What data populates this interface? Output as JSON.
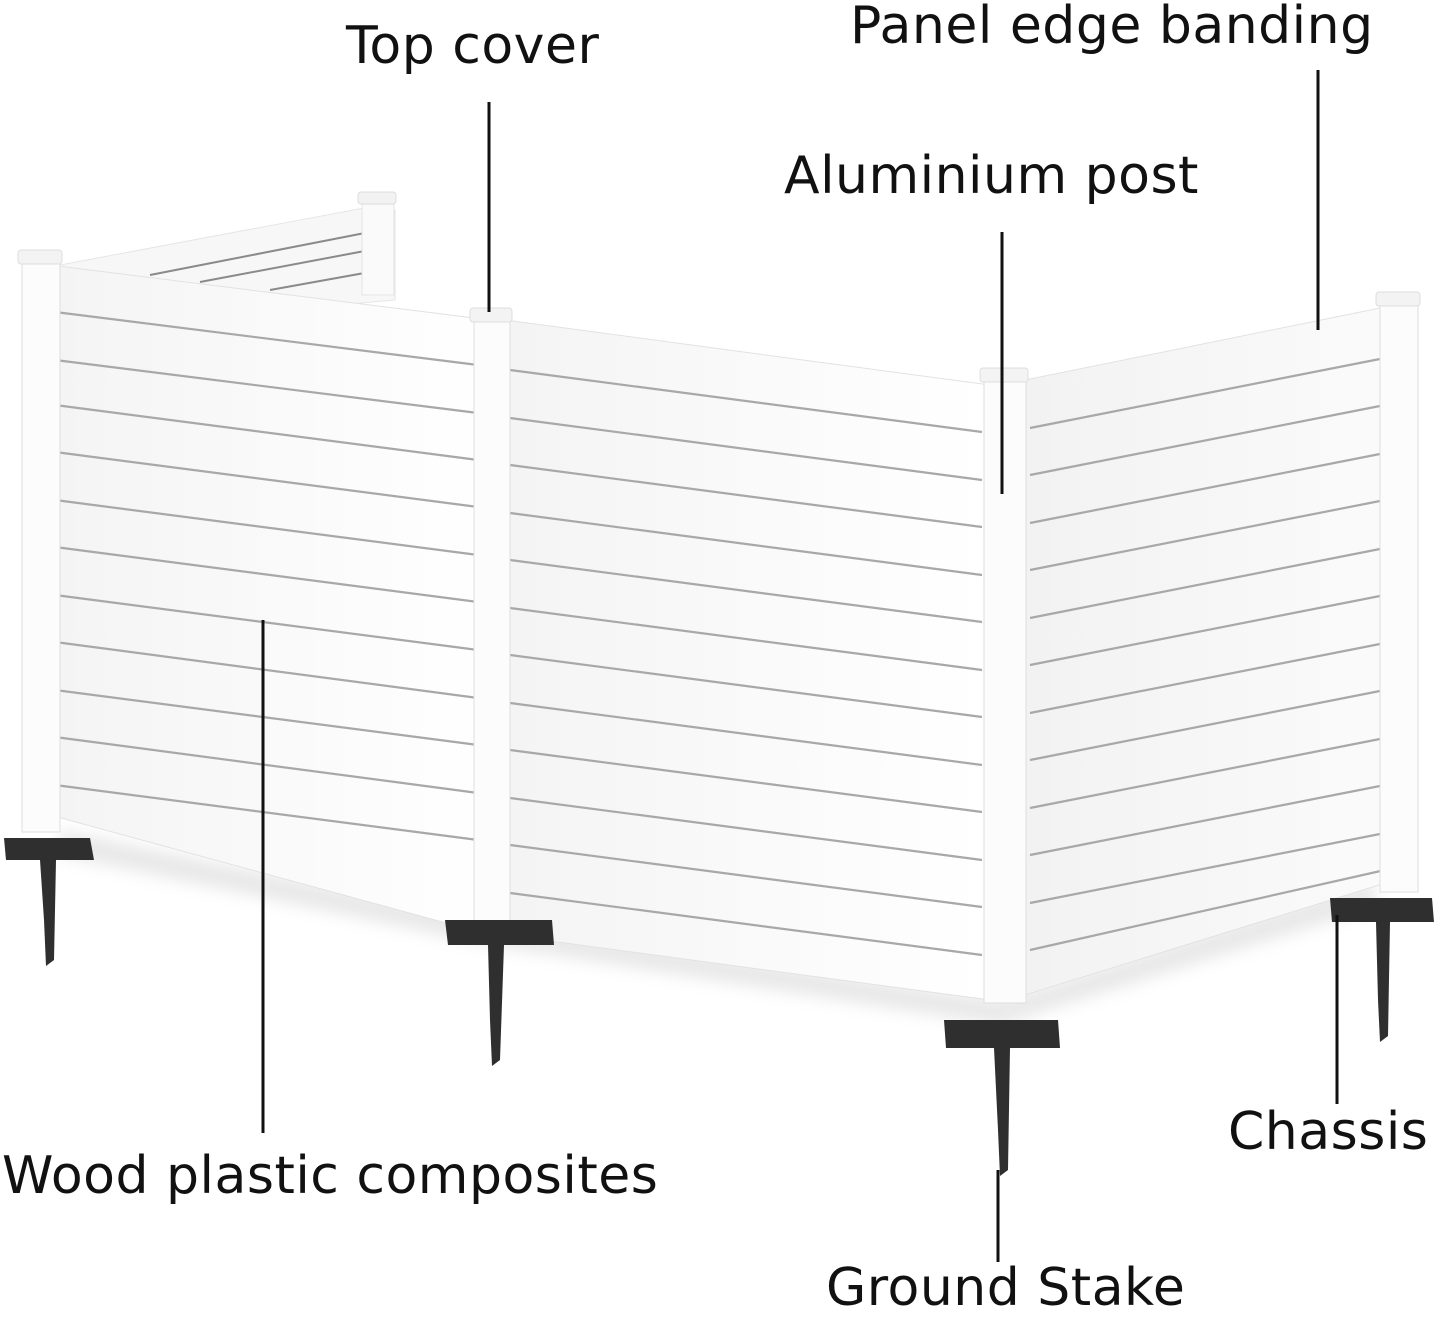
{
  "diagram": {
    "subject": "Outdoor privacy fence / AC unit enclosure",
    "colors": {
      "panel": "#ffffff",
      "panel_shade": "#f1f1f1",
      "slat_gap": "#a8a8a8",
      "post": "#fafafa",
      "hardware": "#2f2f2f",
      "leader_line": "#111111",
      "text": "#111111"
    },
    "callouts": [
      {
        "id": "top-cover",
        "label": "Top cover"
      },
      {
        "id": "panel-edge-banding",
        "label": "Panel edge banding"
      },
      {
        "id": "aluminium-post",
        "label": "Aluminium post"
      },
      {
        "id": "wood-plastic-composites",
        "label": "Wood plastic composites"
      },
      {
        "id": "ground-stake",
        "label": "Ground Stake"
      },
      {
        "id": "chassis",
        "label": "Chassis"
      }
    ]
  }
}
